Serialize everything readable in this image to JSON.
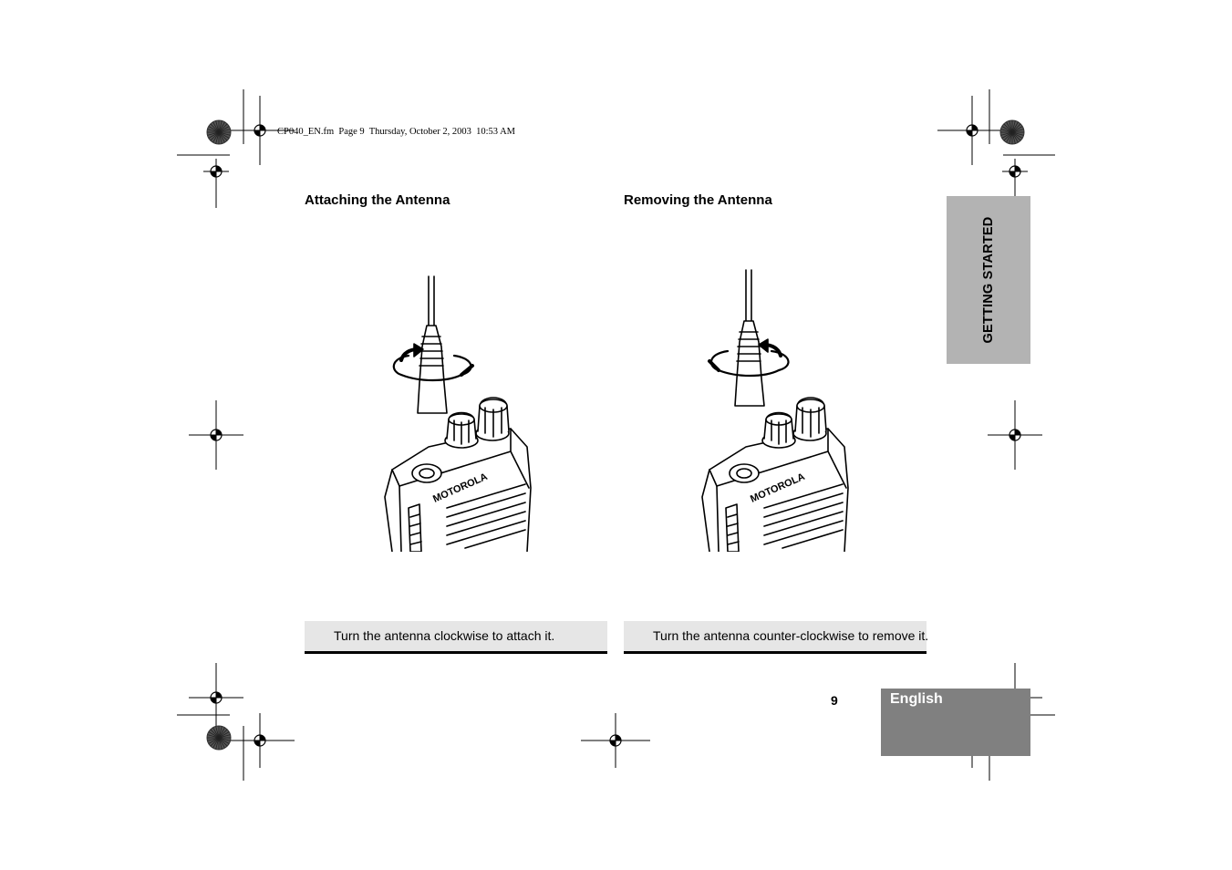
{
  "header": {
    "file_info": "CP040_EN.fm  Page 9  Thursday, October 2, 2003  10:53 AM"
  },
  "sections": [
    {
      "heading": "Attaching the Antenna",
      "caption": "Turn the antenna clockwise to attach it.",
      "rotation": "clockwise",
      "illustration": "radio-antenna-attach"
    },
    {
      "heading": "Removing the Antenna",
      "caption": "Turn the antenna counter-clockwise to remove it.",
      "rotation": "counter-clockwise",
      "illustration": "radio-antenna-remove"
    }
  ],
  "side_tab": {
    "label": "GETTING STARTED",
    "color": "#b3b3b3"
  },
  "footer": {
    "page_number": "9",
    "language": "English",
    "language_box_color": "#808080"
  },
  "radio": {
    "brand": "MOTOROLA"
  }
}
